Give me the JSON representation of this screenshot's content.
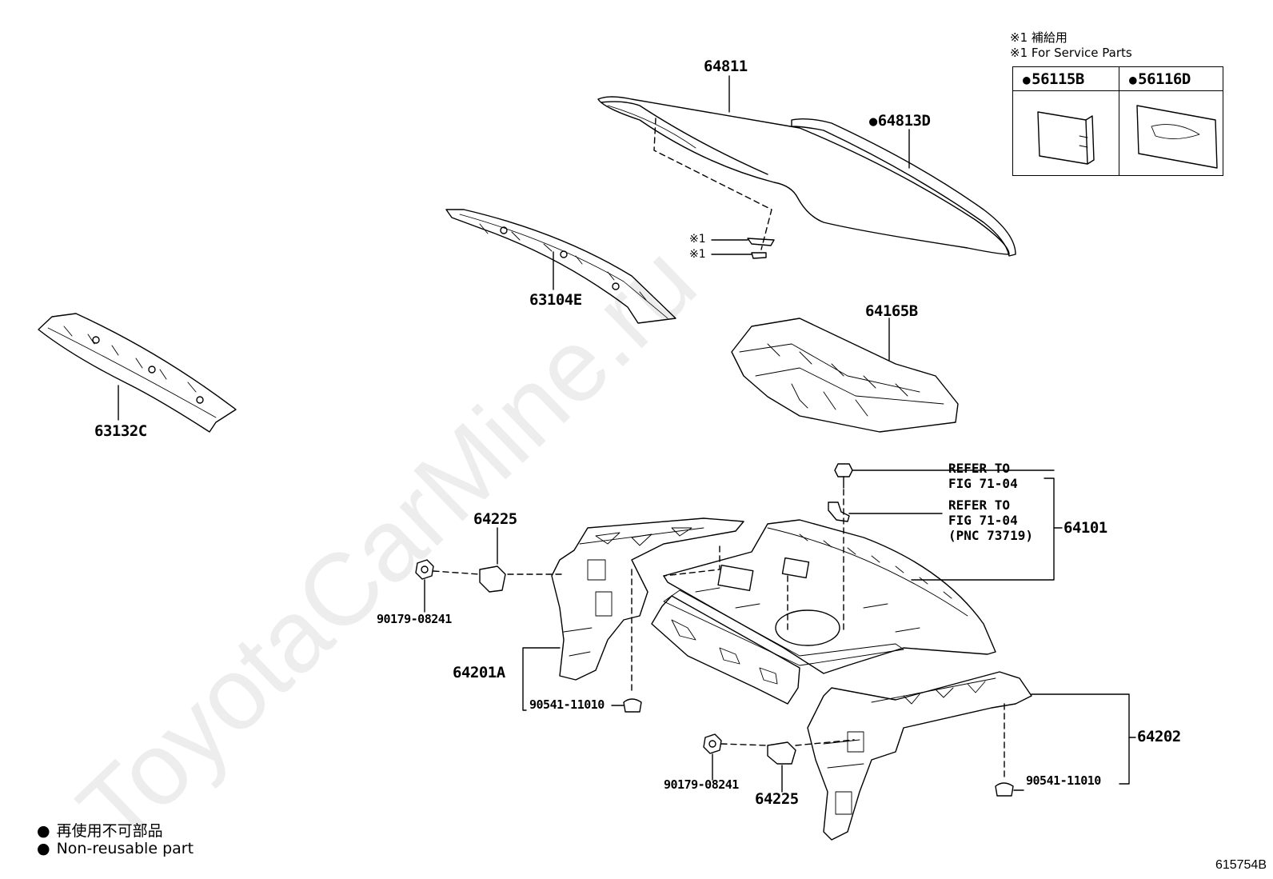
{
  "service_box": {
    "note_ja": "※1 補給用",
    "note_en": "※1 For Service Parts",
    "parts": [
      {
        "label": "56115B"
      },
      {
        "label": "56116D"
      }
    ]
  },
  "parts": {
    "p64811": "64811",
    "p64813D": "64813D",
    "p63104E": "63104E",
    "p63132C": "63132C",
    "p64165B": "64165B",
    "p64225_top": "64225",
    "p64225_bottom": "64225",
    "p90179_left": "90179-08241",
    "p90179_bottom": "90179-08241",
    "p64201A": "64201A",
    "p90541_left": "90541-11010",
    "p90541_right": "90541-11010",
    "p64101": "64101",
    "p64202": "64202"
  },
  "service_marks": [
    "※1",
    "※1"
  ],
  "refer": [
    "REFER TO\nFIG 71-04",
    "REFER TO\nFIG 71-04\n(PNC 73719)"
  ],
  "legend": {
    "ja": "再使用不可部品",
    "en": "Non-reusable part"
  },
  "figure_number": "615754B",
  "watermark": "ToyotaCarMine.ru"
}
